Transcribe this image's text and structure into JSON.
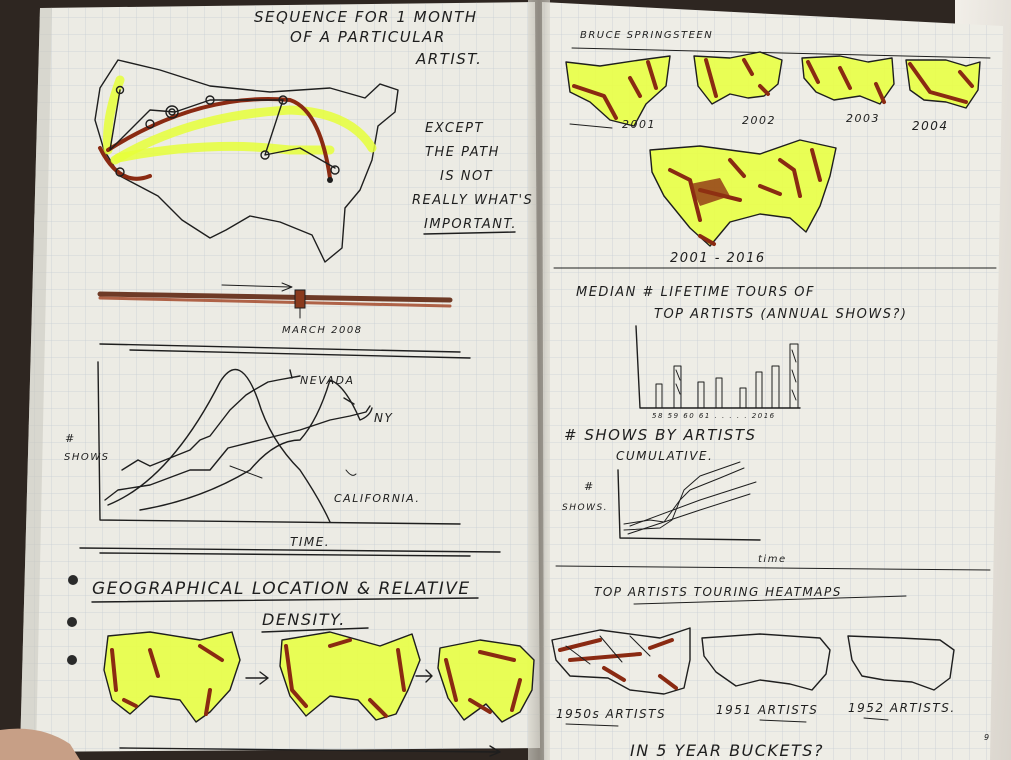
{
  "left_page": {
    "title_line1": "SEQUENCE FOR 1 MONTH",
    "title_line2": "OF A PARTICULAR",
    "title_line3": "ARTIST.",
    "note_line1": "EXCEPT",
    "note_line2": "THE PATH",
    "note_line3": "IS NOT",
    "note_line4": "REALLY WHAT'S",
    "note_line5": "IMPORTANT.",
    "slider_label": "MARCH 2008",
    "graph_ylabel_1": "#",
    "graph_ylabel_2": "SHOWS",
    "graph_label_nevada": "NEVADA",
    "graph_label_ny": "NY",
    "graph_label_california": "CALIFORNIA.",
    "graph_xlabel": "TIME.",
    "heading_line1": "GEOGRAPHICAL LOCATION & RELATIVE",
    "heading_line2": "DENSITY."
  },
  "right_page": {
    "title": "BRUCE SPRINGSTEEN",
    "year_labels": [
      "2001",
      "2002",
      "2003",
      "2004"
    ],
    "range_label": "2001 - 2016",
    "median_line1": "MEDIAN # LIFETIME TOURS OF",
    "median_line2": "TOP ARTISTS (ANNUAL SHOWS?)",
    "bar_axis_labels": "58 59 60 61 . . . . . 2016",
    "shows_heading_line1": "# SHOWS BY ARTISTS",
    "shows_heading_line2": "CUMULATIVE.",
    "shows_ylabel_1": "#",
    "shows_ylabel_2": "SHOWS.",
    "shows_xlabel": "time",
    "heatmaps_heading": "TOP ARTISTS TOURING HEATMAPS",
    "decade_labels": [
      "1950s ARTISTS",
      "1951 ARTISTS",
      "1952 ARTISTS."
    ],
    "footer": "IN 5 YEAR BUCKETS?",
    "page_number": "9"
  },
  "colors": {
    "paper": "#ecebe4",
    "grid": "#c9cfd6",
    "ink": "#1e1e1e",
    "highlight": "#e6ff3a",
    "red_marker": "#8a2a12"
  }
}
